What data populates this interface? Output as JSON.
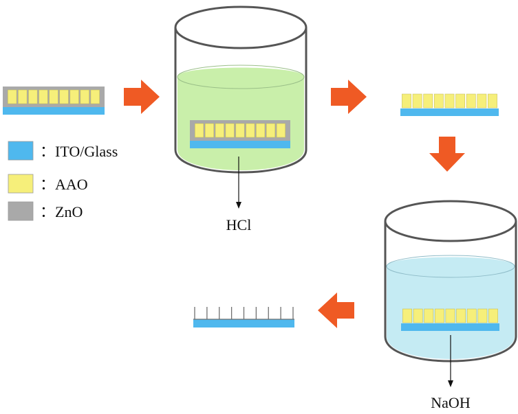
{
  "colors": {
    "ito_glass": "#4fb8ee",
    "aao": "#f6ef7a",
    "zno": "#a9a9a9",
    "arrow": "#ef5a24",
    "hcl_solution": "#c9efaa",
    "naoh_solution": "#c5ebf3"
  },
  "legend": {
    "items": [
      {
        "key": "ito_glass",
        "label": "：ITO/Glass"
      },
      {
        "key": "aao",
        "label": "：AAO"
      },
      {
        "key": "zno",
        "label": "：ZnO"
      }
    ]
  },
  "steps": [
    {
      "id": "initial-sample",
      "layers": [
        "zno",
        "aao",
        "ito_glass"
      ]
    },
    {
      "id": "hcl-bath",
      "solution": "hcl_solution",
      "sample_layers": [
        "zno",
        "aao",
        "ito_glass"
      ],
      "label": "HCl"
    },
    {
      "id": "zno-removed-sample",
      "layers": [
        "aao",
        "ito_glass"
      ]
    },
    {
      "id": "naoh-bath",
      "solution": "naoh_solution",
      "sample_layers": [
        "aao",
        "ito_glass"
      ],
      "label": "NaOH"
    },
    {
      "id": "final-nanostructure",
      "layers": [
        "ito_glass"
      ]
    }
  ],
  "flow_arrows": [
    "right",
    "right",
    "down",
    "left"
  ],
  "aao_pores_per_sample": 9,
  "final_nanorods": 9
}
